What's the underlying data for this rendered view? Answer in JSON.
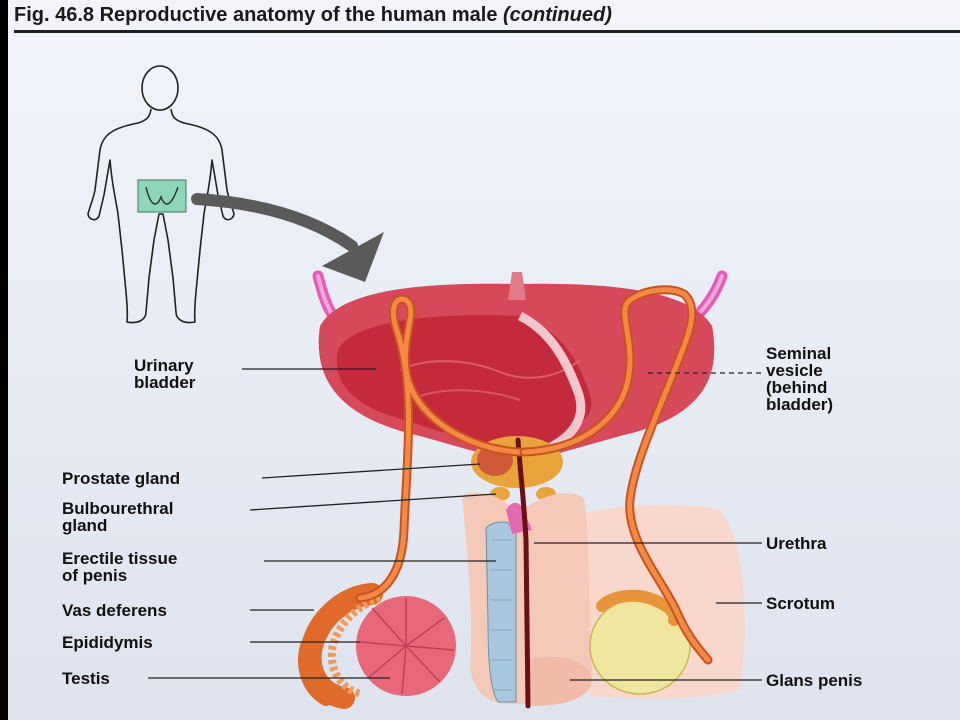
{
  "figure": {
    "title_main": "Fig. 46.8  Reproductive anatomy of the human male",
    "title_emphasis": "(continued)"
  },
  "labels": {
    "urinary_bladder": "Urinary\nbladder",
    "seminal_vesicle": "Seminal\nvesicle\n(behind\n bladder)",
    "prostate_gland": "Prostate gland",
    "bulbourethral_gland": "Bulbourethral\ngland",
    "erectile_tissue": "Erectile tissue\nof penis",
    "urethra": "Urethra",
    "vas_deferens": "Vas deferens",
    "scrotum": "Scrotum",
    "epididymis": "Epididymis",
    "testis": "Testis",
    "glans_penis": "Glans penis"
  },
  "colors": {
    "bladder": "#d6495a",
    "bladder_interior": "#c42a3c",
    "vas_deferens": "#e37a34",
    "prostate": "#e8a33a",
    "urethra": "#6a0f16",
    "erectile_tissue": "#a8c6dc",
    "penis_skin": "#f4c9b8",
    "scrotum": "#f8d8cc",
    "testis_left": "#e8687a",
    "testis_right": "#f0e6a0",
    "highlight_box": "#8fd6b8",
    "arrow": "#6a6a6a"
  }
}
